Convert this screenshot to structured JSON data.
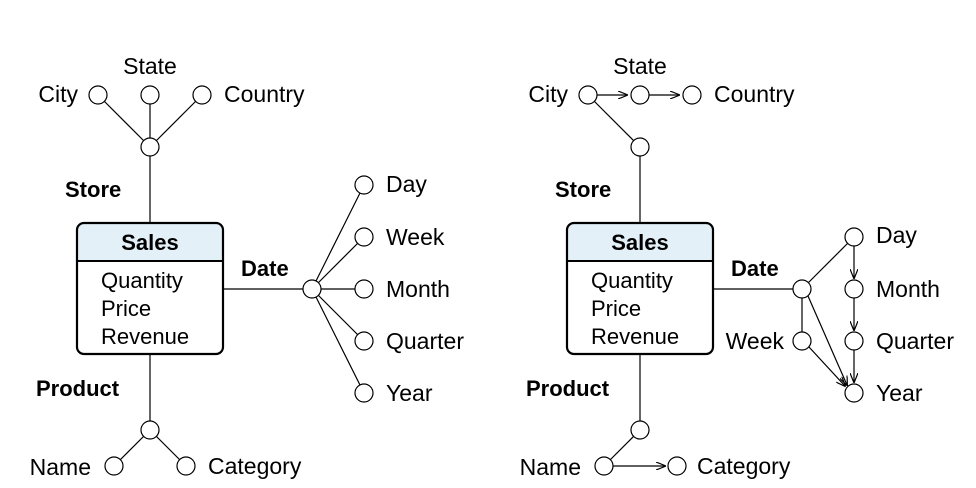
{
  "left": {
    "fact": {
      "title": "Sales",
      "measures": [
        "Quantity",
        "Price",
        "Revenue"
      ]
    },
    "store": {
      "name": "Store",
      "levels": {
        "city": "City",
        "state": "State",
        "country": "Country"
      }
    },
    "date": {
      "name": "Date",
      "levels": [
        "Day",
        "Week",
        "Month",
        "Quarter",
        "Year"
      ]
    },
    "product": {
      "name": "Product",
      "levels": {
        "name": "Name",
        "category": "Category"
      }
    }
  },
  "right": {
    "fact": {
      "title": "Sales",
      "measures": [
        "Quantity",
        "Price",
        "Revenue"
      ]
    },
    "store": {
      "name": "Store",
      "levels": {
        "city": "City",
        "state": "State",
        "country": "Country"
      }
    },
    "date": {
      "name": "Date",
      "week": "Week",
      "levels": [
        "Day",
        "Month",
        "Quarter",
        "Year"
      ]
    },
    "product": {
      "name": "Product",
      "levels": {
        "name": "Name",
        "category": "Category"
      }
    }
  },
  "colors": {
    "fact_header": "#e3f0f7",
    "line": "#000000"
  }
}
